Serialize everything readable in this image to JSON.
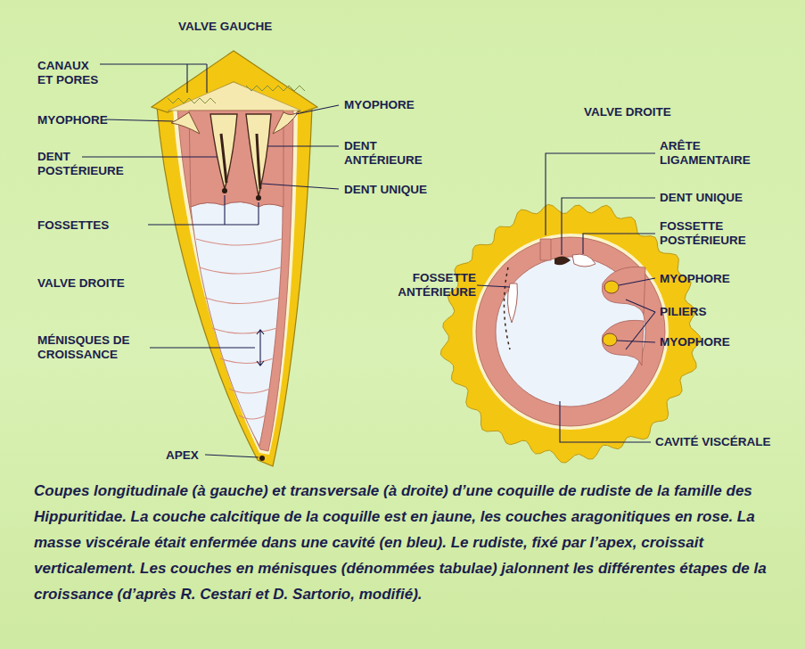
{
  "diagram": {
    "caption": "Coupes longitudinale (à gauche) et transversale (à droite) d’une coquille de rudiste de la famille des Hippuritidae. La couche calcitique de la coquille est en jaune, les couches aragonitiques en rose. La masse viscérale était enfermée dans une cavité (en bleu). Le rudiste, fixé par l’apex, croissait verticalement. Les couches en ménisques (dénommées tabulae) jalonnent les différentes étapes de la croissance (d’après R. Cestari et D. Sartorio, modifié).",
    "labels": [
      "VALVE GAUCHE",
      "CANAUX ET PORES",
      "MYOPHORE",
      "MYOPHORE",
      "DENT POSTÉRIEURE",
      "DENT ANTÉRIEURE",
      "DENT UNIQUE",
      "FOSSETTES",
      "VALVE DROITE",
      "MÉNISQUES DE CROISSANCE",
      "APEX",
      "VALVE DROITE",
      "ARÊTE LIGAMENTAIRE",
      "DENT UNIQUE",
      "FOSSETTE POSTÉRIEURE",
      "MYOPHORE",
      "FOSSETTE ANTÉRIEURE",
      "PILIERS",
      "MYOPHORE",
      "CAVITÉ VISCÉRALE"
    ]
  }
}
